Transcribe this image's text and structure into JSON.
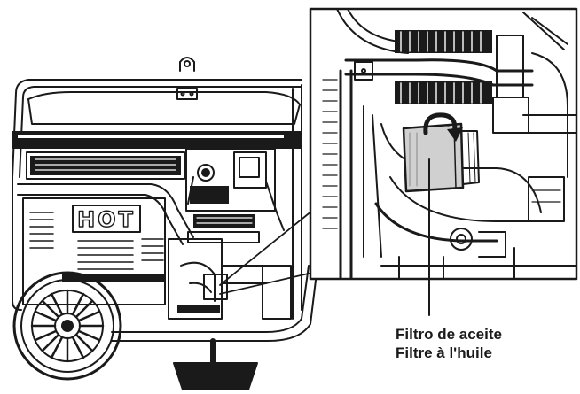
{
  "labels": {
    "hot_warning": "HOT",
    "caption_spanish": "Filtro de aceite",
    "caption_french": "Filtre à l'huile"
  },
  "callout": {
    "subject": "oil filter",
    "arrow": "clockwise rotation arrow"
  }
}
